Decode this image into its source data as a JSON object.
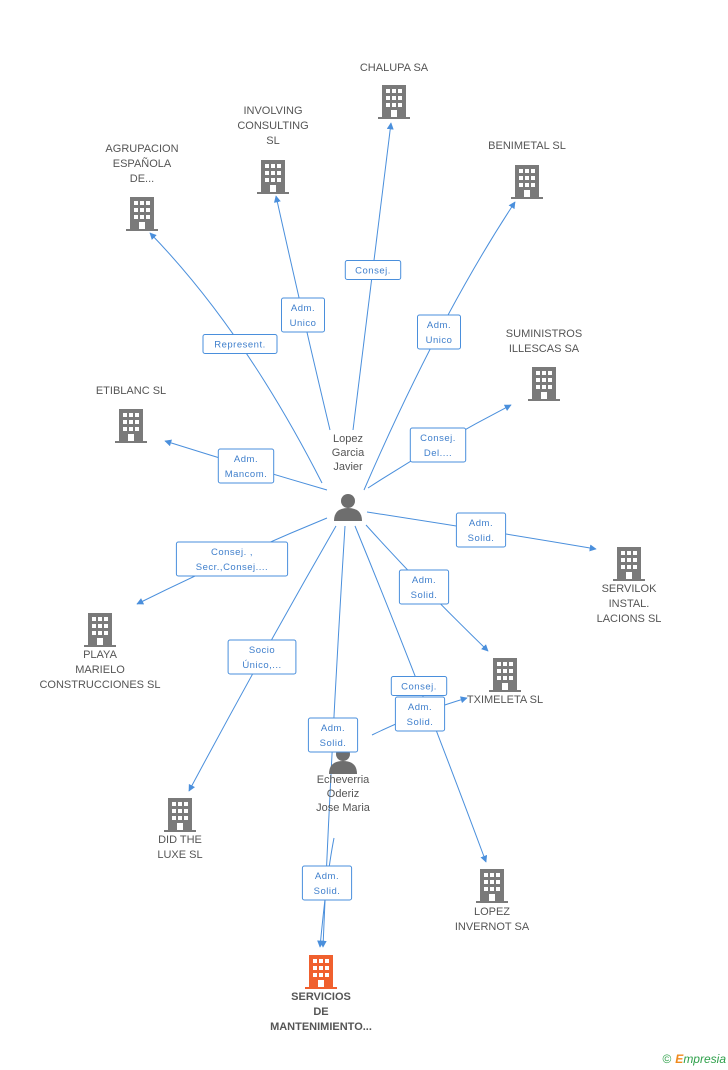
{
  "colors": {
    "edge": "#4a8fdc",
    "building": "#7a7a7a",
    "target_building": "#f0602e",
    "person": "#6e6e6e",
    "label": "#555555"
  },
  "persons": [
    {
      "id": "lopez",
      "lines": [
        "Lopez",
        "Garcia",
        "Javier"
      ],
      "icon": "person-icon"
    },
    {
      "id": "echeverria",
      "lines": [
        "Echeverria",
        "Oderiz",
        "Jose Maria"
      ],
      "icon": "person-icon"
    }
  ],
  "companies": [
    {
      "id": "chalupa",
      "lines": [
        "CHALUPA SA"
      ],
      "icon": "building-icon"
    },
    {
      "id": "involving",
      "lines": [
        "INVOLVING",
        "CONSULTING",
        "SL"
      ],
      "icon": "building-icon"
    },
    {
      "id": "agrupacion",
      "lines": [
        "AGRUPACION",
        "ESPAÑOLA",
        "DE..."
      ],
      "icon": "building-icon"
    },
    {
      "id": "benimetal",
      "lines": [
        "BENIMETAL SL"
      ],
      "icon": "building-icon"
    },
    {
      "id": "suministros",
      "lines": [
        "SUMINISTROS",
        "ILLESCAS SA"
      ],
      "icon": "building-icon"
    },
    {
      "id": "etiblanc",
      "lines": [
        "ETIBLANC  SL"
      ],
      "icon": "building-icon"
    },
    {
      "id": "servilok",
      "lines": [
        "SERVILOK",
        "INSTAL.",
        "LACIONS SL"
      ],
      "icon": "building-icon"
    },
    {
      "id": "playa",
      "lines": [
        "PLAYA",
        "MARIELO",
        "CONSTRUCCIONES SL"
      ],
      "icon": "building-icon"
    },
    {
      "id": "tximeleta",
      "lines": [
        "TXIMELETA SL"
      ],
      "icon": "building-icon"
    },
    {
      "id": "didthe",
      "lines": [
        "DID THE",
        "LUXE SL"
      ],
      "icon": "building-icon"
    },
    {
      "id": "lopezinv",
      "lines": [
        "LOPEZ",
        "INVERNOT SA"
      ],
      "icon": "building-icon"
    },
    {
      "id": "servicios",
      "lines": [
        "SERVICIOS",
        "DE",
        "MANTENIMIENTO..."
      ],
      "icon": "building-icon",
      "highlight": true
    }
  ],
  "edges": [
    {
      "from": "lopez",
      "to": "chalupa",
      "label": [
        "Consej."
      ]
    },
    {
      "from": "lopez",
      "to": "involving",
      "label": [
        "Adm.",
        "Unico"
      ]
    },
    {
      "from": "lopez",
      "to": "agrupacion",
      "label": [
        "Represent."
      ]
    },
    {
      "from": "lopez",
      "to": "benimetal",
      "label": [
        "Adm.",
        "Unico"
      ]
    },
    {
      "from": "lopez",
      "to": "suministros",
      "label": [
        "Consej.",
        "Del...."
      ]
    },
    {
      "from": "lopez",
      "to": "etiblanc",
      "label": [
        "Adm.",
        "Mancom."
      ]
    },
    {
      "from": "lopez",
      "to": "servilok",
      "label": [
        "Adm.",
        "Solid."
      ]
    },
    {
      "from": "lopez",
      "to": "playa",
      "label": [
        "Consej. ,",
        "Secr.,Consej...."
      ]
    },
    {
      "from": "lopez",
      "to": "tximeleta",
      "label": [
        "Adm.",
        "Solid."
      ]
    },
    {
      "from": "lopez",
      "to": "didthe",
      "label": [
        "Socio",
        "Único,..."
      ]
    },
    {
      "from": "lopez",
      "to": "lopezinv",
      "label": [
        "Consej."
      ]
    },
    {
      "from": "lopez",
      "to": "servicios",
      "label": [
        "Adm.",
        "Solid."
      ]
    },
    {
      "from": "echeverria",
      "to": "tximeleta",
      "label": [
        "Adm.",
        "Solid."
      ]
    },
    {
      "from": "echeverria",
      "to": "servicios",
      "label": [
        "Adm.",
        "Solid."
      ]
    }
  ],
  "footer": {
    "copyright": "©",
    "brand_initial": "E",
    "brand_rest": "mpresia"
  }
}
